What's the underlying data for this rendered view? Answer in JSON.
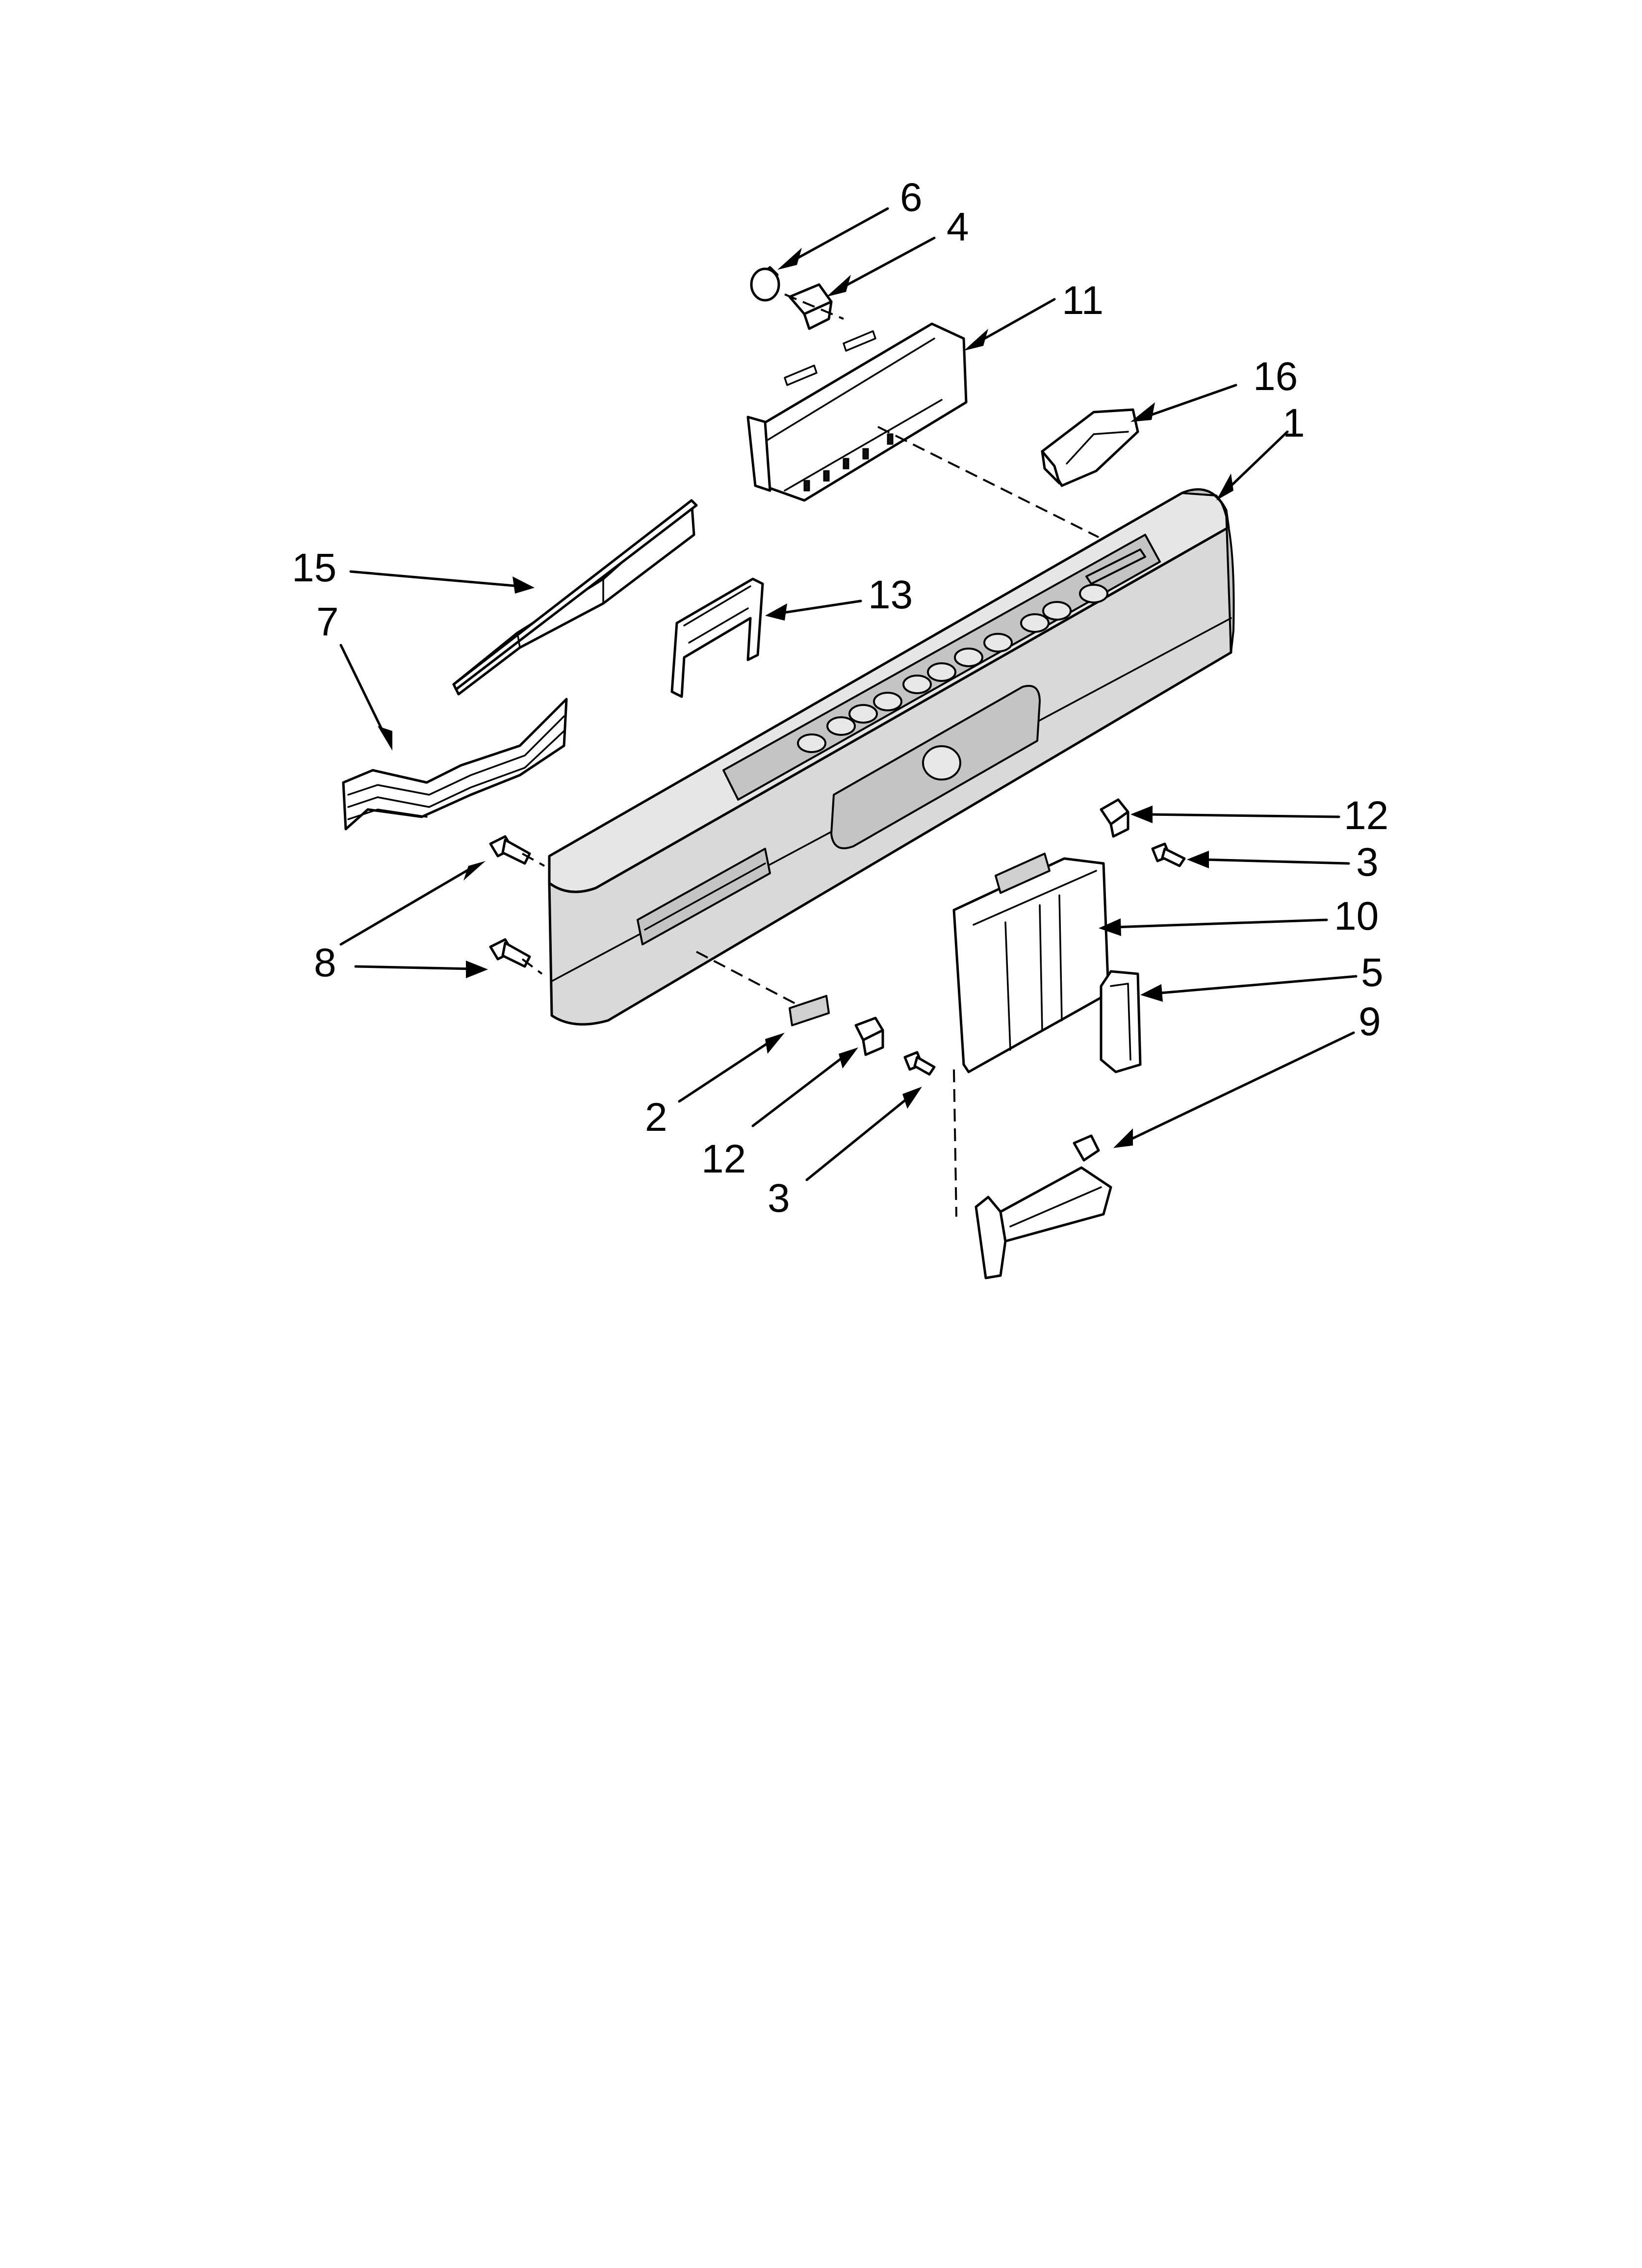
{
  "diagram": {
    "callouts": [
      {
        "id": "c6",
        "label": "6"
      },
      {
        "id": "c4",
        "label": "4"
      },
      {
        "id": "c11",
        "label": "11"
      },
      {
        "id": "c16",
        "label": "16"
      },
      {
        "id": "c1",
        "label": "1"
      },
      {
        "id": "c15",
        "label": "15"
      },
      {
        "id": "c13",
        "label": "13"
      },
      {
        "id": "c7",
        "label": "7"
      },
      {
        "id": "c12a",
        "label": "12"
      },
      {
        "id": "c3a",
        "label": "3"
      },
      {
        "id": "c10",
        "label": "10"
      },
      {
        "id": "c8",
        "label": "8"
      },
      {
        "id": "c5",
        "label": "5"
      },
      {
        "id": "c9",
        "label": "9"
      },
      {
        "id": "c2",
        "label": "2"
      },
      {
        "id": "c12b",
        "label": "12"
      },
      {
        "id": "c3b",
        "label": "3"
      }
    ]
  }
}
